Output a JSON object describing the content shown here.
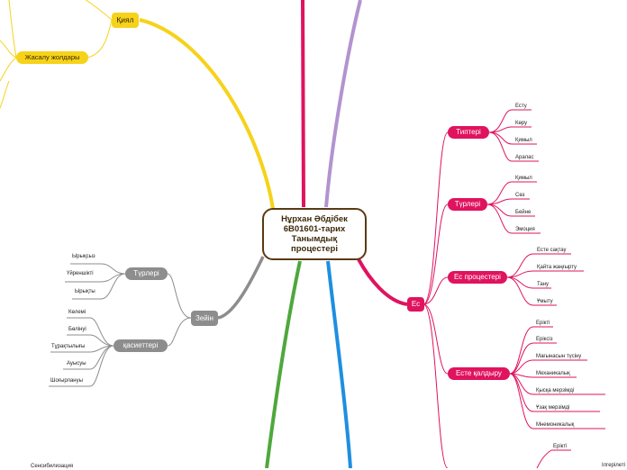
{
  "central": {
    "line1": "Нұрхан Әбдібек",
    "line2": "6В01601-тарих",
    "line3": "Танымдық",
    "line4": "процестері"
  },
  "colors": {
    "yellow": "#f6d21a",
    "red": "#e0135f",
    "purple": "#b393cf",
    "green": "#4ea83c",
    "blue": "#1e8fe0",
    "gray": "#8d8d8d",
    "center_border": "#5a3a14"
  },
  "yellow_branch": {
    "kiyal": "Қиял",
    "zhasau": "Жасалу жолдары"
  },
  "zeyin": {
    "label": "Зейін",
    "turleri": {
      "label": "Түрлері",
      "items": [
        "Ырықсыз",
        "Үйреншікті",
        "Ырықты"
      ]
    },
    "kasietteri": {
      "label": "қасиеттері",
      "items": [
        "Көлемі",
        "Бөлінуі",
        "Тұрақтылығы",
        "Ауысуы",
        "Шоғырлануы"
      ]
    }
  },
  "es": {
    "label": "Ес",
    "tipteri": {
      "label": "Типтері",
      "items": [
        "Есту",
        "Көру",
        "Қимыл",
        "Аралас"
      ]
    },
    "turleri": {
      "label": "Түрлері",
      "items": [
        "Қимыл",
        "Сөз",
        "Бейне",
        "Эмоция"
      ]
    },
    "procesteri": {
      "label": "Ес процестері",
      "items": [
        "Есте сақтау",
        "Қайта жаңғырту",
        "Тану",
        "Ұмыту"
      ]
    },
    "este_kaldyru": {
      "label": "Есте қалдыру",
      "items": [
        "Ерікті",
        "Еріксіз",
        "Мағынасын түсіну",
        "Механикалық",
        "Қысқа мерзімді",
        "Ұзақ мерзімді",
        "Мнемоникалық"
      ]
    },
    "bottom_item": "Ерікті"
  },
  "edge_texts": {
    "bottom_left": "Сенсибилизация",
    "bottom_right": "Ілгерілеті"
  }
}
